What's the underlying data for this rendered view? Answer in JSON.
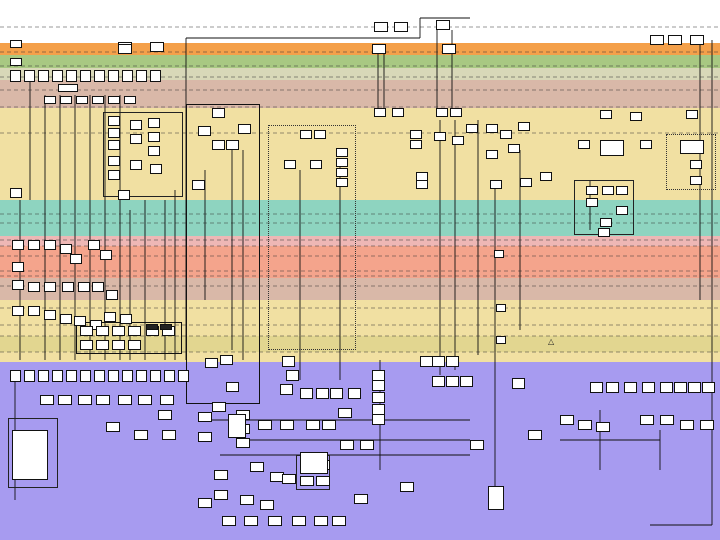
{
  "diagram": {
    "title": "",
    "warning_glyph": "△",
    "bands": [
      {
        "color": "#ffffff",
        "from": 0,
        "to": 43
      },
      {
        "color": "#f4a04a",
        "from": 43,
        "to": 55
      },
      {
        "color": "#a8c882",
        "from": 55,
        "to": 68
      },
      {
        "color": "#d8d8b8",
        "from": 68,
        "to": 80
      },
      {
        "color": "#d9b8a8",
        "from": 80,
        "to": 108
      },
      {
        "color": "#f1e0a2",
        "from": 108,
        "to": 200
      },
      {
        "color": "#8ed4c0",
        "from": 200,
        "to": 236
      },
      {
        "color": "#eeb7b5",
        "from": 236,
        "to": 246
      },
      {
        "color": "#f4a48c",
        "from": 246,
        "to": 278
      },
      {
        "color": "#d9b8a8",
        "from": 278,
        "to": 300
      },
      {
        "color": "#f1e0a2",
        "from": 300,
        "to": 336
      },
      {
        "color": "#e2d690",
        "from": 336,
        "to": 352
      },
      {
        "color": "#f1e0a2",
        "from": 352,
        "to": 362
      },
      {
        "color": "#a79bf0",
        "from": 362,
        "to": 540
      }
    ]
  }
}
